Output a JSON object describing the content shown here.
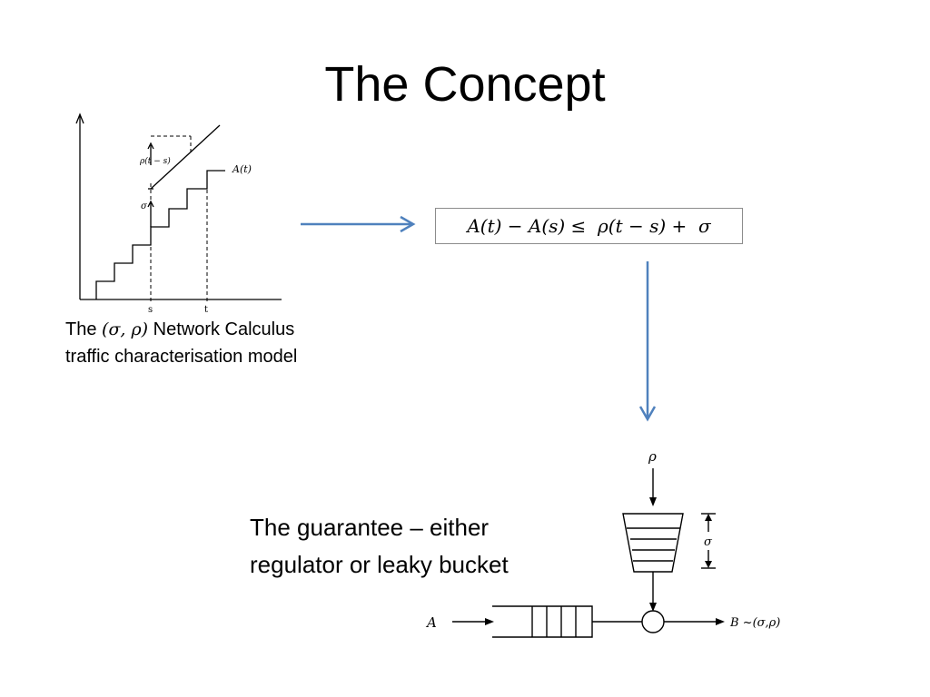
{
  "slide": {
    "title": "The Concept",
    "caption_prefix": "The ",
    "caption_math": "(σ, ρ)",
    "caption_line1_suffix": " Network Calculus",
    "caption_line2": "traffic characterisation model",
    "equation": "A(t) − A(s) ≤  ρ(t − s) +  σ",
    "guarantee_line1": "The guarantee – either",
    "guarantee_line2": "regulator or leaky bucket"
  },
  "graph_figure": {
    "slope_label": "ρ(t − s)",
    "sigma_label": "σ",
    "curve_label": "A(t)",
    "tick_s": "s",
    "tick_t": "t"
  },
  "bucket_figure": {
    "rate_label": "ρ",
    "size_label": "σ",
    "input_label": "A",
    "output_label": "B ~(σ,ρ)"
  },
  "colors": {
    "arrow": "#4f81bd",
    "equation_border": "#8c8c8c"
  }
}
